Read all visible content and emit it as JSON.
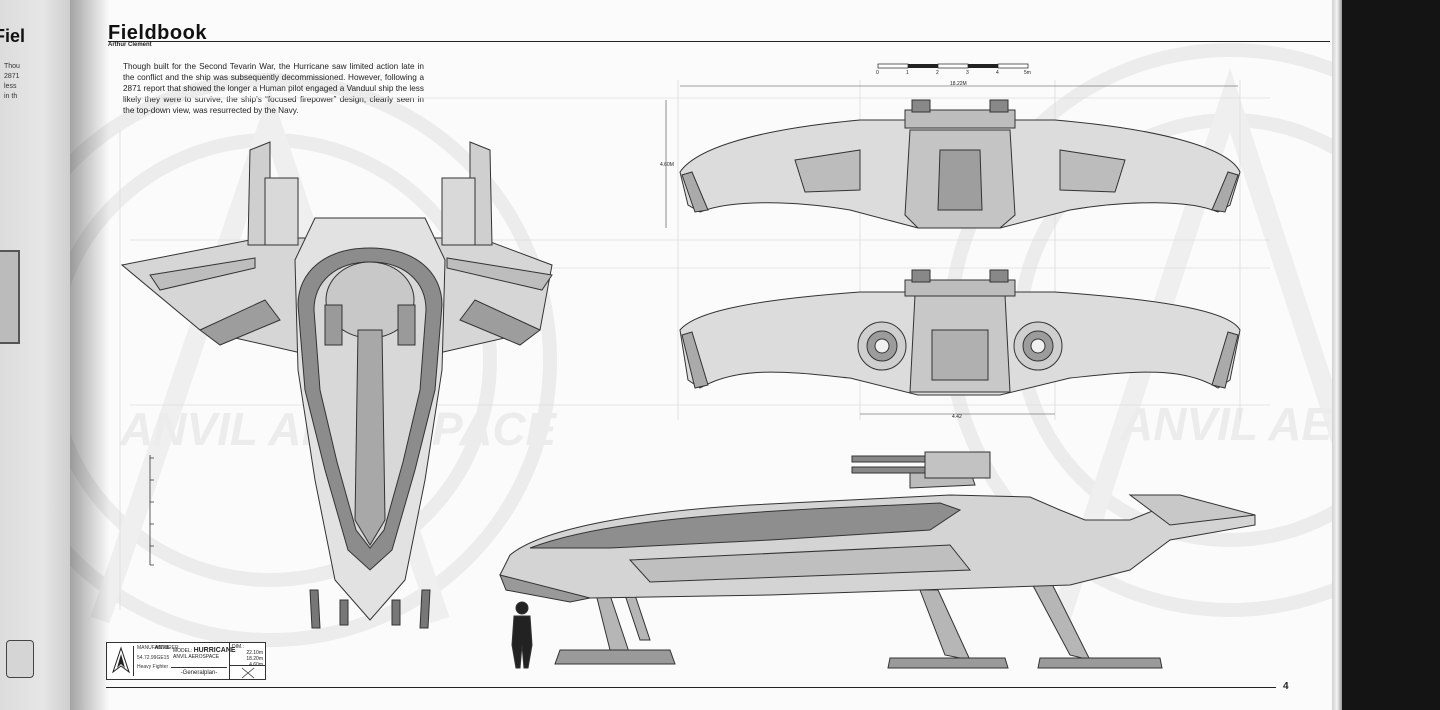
{
  "prev_page": {
    "title_fragment": "Fiel",
    "text_fragment": "Thou\n2871\nless\nin th"
  },
  "page": {
    "title": "Fieldbook",
    "author": "Arthur Clement",
    "intro": "Though built for the Second Tevarin War, the Hurricane saw limited action late in the conflict and the ship was subsequently decommissioned. However, following a 2871 report that showed the longer a Human pilot engaged a Vanduul ship the less likely they were to survive, the ship’s “focused firepower” design, clearly seen in the top-down view, was resurrected by the Navy.",
    "watermark": "ANVIL AEROSPACE",
    "page_number": "4"
  },
  "scale_bar": {
    "ticks": [
      "0",
      "1",
      "2",
      "3",
      "4",
      "5m"
    ]
  },
  "dimensions": {
    "width_label": "18.22M",
    "height_label": "4.60M",
    "engine_span": "4.42"
  },
  "titleblock": {
    "manufacturer_label": "MANUFACTURER",
    "manufacturer_value": "ANVIL",
    "model_label": "MODEL:",
    "model": "HURRICANE",
    "maker": "ANVIL AEROSPACE",
    "serial": "54.72.99GE15",
    "role": "Heavy Fighter",
    "drawing": "-Generalplan-",
    "dims_label": "DIM.:",
    "dims": [
      "22.10m",
      "18.20m",
      "4.60m"
    ]
  }
}
